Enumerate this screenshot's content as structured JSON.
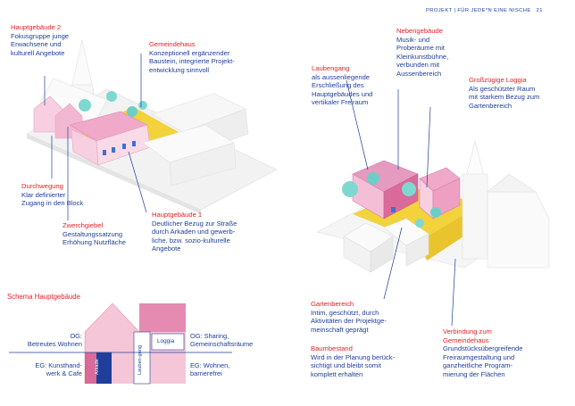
{
  "running_header": "PROJEKT | FÜR JEDE*N EINE NISCHE",
  "page_number": "21",
  "left": {
    "annotations": [
      {
        "id": "hauptgebaeude2",
        "title": "Hauptgebäude 2",
        "lines": [
          "Fokusgruppe junge",
          "Erwachsene und",
          "kulturell Angebote"
        ]
      },
      {
        "id": "gemeindehaus",
        "title": "Gemeindehaus",
        "lines": [
          "Konzeptionell ergänzender",
          "Baustein, integrierte Projekt-",
          "entwicklung sinnvoll"
        ]
      },
      {
        "id": "durchwegung",
        "title": "Durchwegung",
        "lines": [
          "Klar definierter",
          "Zugang in den Block"
        ]
      },
      {
        "id": "zwerchgiebel",
        "title": "Zwerchgiebel",
        "lines": [
          "Gestaltungssatzung",
          "Erhöhung Nutzfläche"
        ]
      },
      {
        "id": "hauptgebaeude1",
        "title": "Hauptgebäude 1",
        "lines": [
          "Deutlicher Bezug zur Straße",
          "durch Arkaden und gewerb-",
          "liche, bzw. sozio-kulturelle",
          "Angebote"
        ]
      }
    ]
  },
  "schema": {
    "title": "Schema Hauptgebäude",
    "og_left": [
      "OG:",
      "Betreutes Wohnen"
    ],
    "eg_left": [
      "EG: Kunsthand-",
      "werk & Cafe"
    ],
    "og_right": [
      "OG: Sharing,",
      "Gemeinschaftsräume"
    ],
    "eg_right": [
      "EG: Wohnen,",
      "barrierefrei"
    ],
    "arkade": "Arkade",
    "laubengang": "Lauben-gang",
    "loggia": "Loggia",
    "colors": {
      "light_pink": "#f5c6d8",
      "mid_pink": "#e58ab0",
      "dark_pink": "#d96a9a",
      "navy": "#1f3f9a",
      "outline": "#e3242b"
    }
  },
  "right": {
    "annotations": [
      {
        "id": "nebengebaeude",
        "title": "Nebengebäude",
        "lines": [
          "Musik- und",
          "Proberäume mit",
          "Kleinkunstbühne,",
          "verbunden mit",
          "Aussenbereich"
        ]
      },
      {
        "id": "laubengang",
        "title": "Laubengang",
        "lines": [
          "als aussenliegende",
          "Erschließung des",
          "Hauptgebäudes und",
          "vertikaler Freiraum"
        ]
      },
      {
        "id": "loggia",
        "title": "Großzügige Loggia",
        "lines": [
          "Als geschützter Raum",
          "mit starkem Bezug zum",
          "Gartenbereich"
        ]
      },
      {
        "id": "gartenbereich",
        "title": "Gartenbereich",
        "lines": [
          "Intim, geschützt, durch",
          "Aktivitäten der Projektge-",
          "meinschaft geprägt"
        ]
      },
      {
        "id": "baumbestand",
        "title": "Baumbestand",
        "lines": [
          "Wird in der Planung berück-",
          "sichtigt und bleibt somit",
          "komplett erhalten"
        ]
      },
      {
        "id": "verbindung",
        "title": "Verbindung zum",
        "title2": "Gemeindehaus",
        "lines": [
          "Grundstücksübergreifende",
          "Freiraumgestaltung und",
          "ganzheitliche Program-",
          "mierung der Flächen"
        ]
      }
    ]
  },
  "colors": {
    "accent_red": "#e3242b",
    "text_blue": "#1f3f9a"
  }
}
